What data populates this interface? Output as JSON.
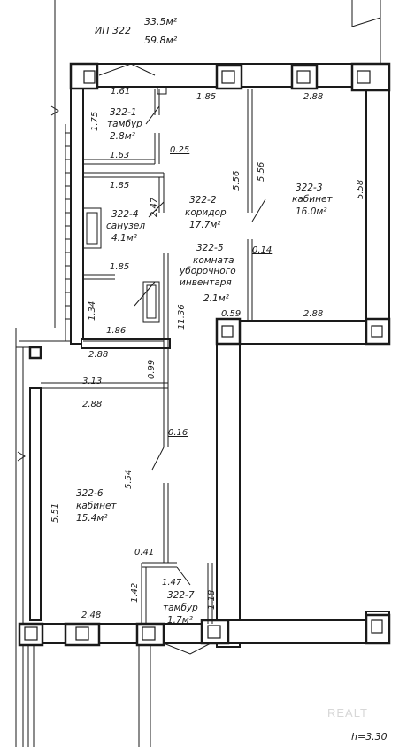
{
  "header": {
    "unit": "ИП 322",
    "area_a": "33.5м²",
    "area_b": "59.8м²"
  },
  "rooms": [
    {
      "id": "322-1",
      "name": "тамбур",
      "area": "2.8м²"
    },
    {
      "id": "322-2",
      "name": "коридор",
      "area": "17.7м²"
    },
    {
      "id": "322-3",
      "name": "кабинет",
      "area": "16.0м²"
    },
    {
      "id": "322-4",
      "name": "санузел",
      "area": "4.1м²"
    },
    {
      "id": "322-5",
      "name_lines": [
        "комната",
        "уборочного",
        "инвентаря"
      ],
      "area": "2.1м²"
    },
    {
      "id": "322-6",
      "name": "кабинет",
      "area": "15.4м²"
    },
    {
      "id": "322-7",
      "name": "тамбур",
      "area": "1.7м²"
    }
  ],
  "dimensions": [
    "1.61",
    "1.85",
    "2.88",
    "1.75",
    "0.25",
    "1.63",
    "5.56",
    "5.56",
    "5.58",
    "1.85",
    "2.47",
    "0.14",
    "1.85",
    "1.34",
    "11.36",
    "0.59",
    "2.88",
    "1.86",
    "2.88",
    "0.99",
    "3.13",
    "2.88",
    "0.16",
    "5.54",
    "5.51",
    "0.41",
    "1.47",
    "1.42",
    "1.18",
    "2.48"
  ],
  "footer": {
    "height": "h=3.30",
    "watermark": "REALT"
  }
}
